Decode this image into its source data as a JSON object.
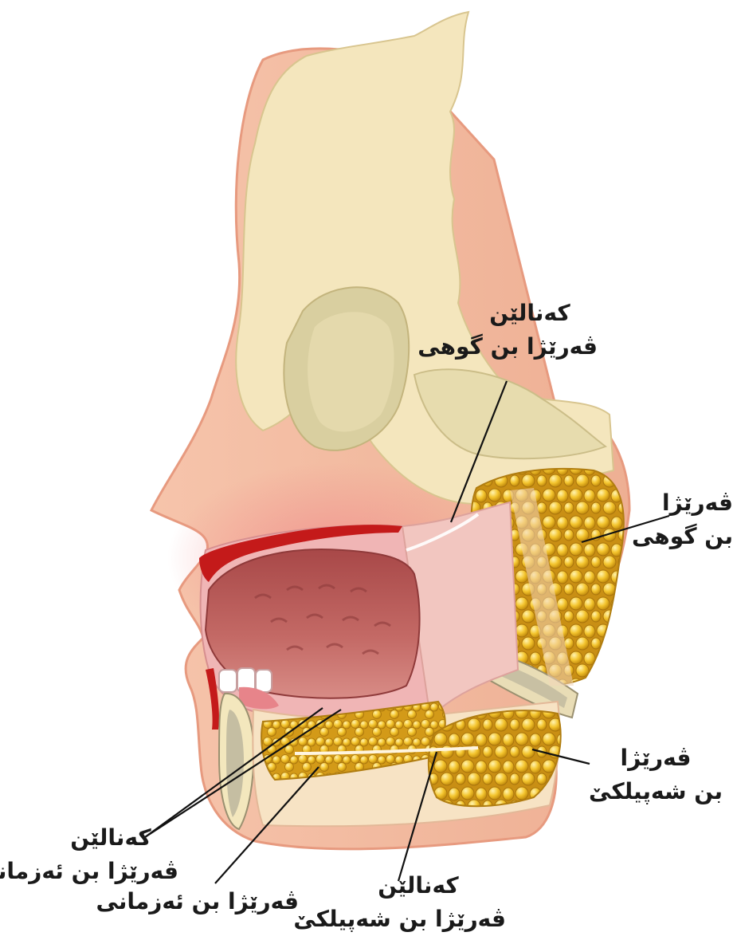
{
  "labels": {
    "parotid_duct": {
      "line1": "کەنالێن",
      "line2": "ڤەرێژا بن گوهی"
    },
    "parotid_gland": {
      "line1": "ڤەرێژا",
      "line2": "بن گوهی"
    },
    "submandibular_gland": {
      "line1": "ڤەرێژا",
      "line2": "بن شەپیلکێ"
    },
    "sublingual_ducts": {
      "line1": "کەنالێن",
      "line2": "ڤەرێژا بن ئەزمانی"
    },
    "sublingual_gland": {
      "line1": "ڤەرێژا بن ئەزمانی"
    },
    "submandibular_duct": {
      "line1": "کەنالێن",
      "line2": "ڤەرێژا بن شەپیلکێ"
    }
  },
  "colors": {
    "skin": "#f2b89e",
    "skin_edge": "#e79a7f",
    "bone": "#f4e6bd",
    "bone_shadow": "#d9cfa0",
    "mouth_pink": "#f0b5b5",
    "tongue": "#b95b5b",
    "lip_red": "#c41a1a",
    "gland_yellow": "#f2c22c",
    "gland_edge": "#b07d10"
  }
}
